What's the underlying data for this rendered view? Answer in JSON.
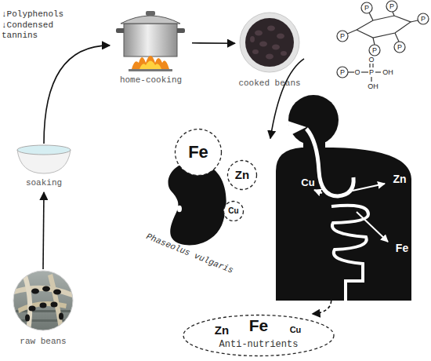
{
  "diagram": {
    "nodes": [
      {
        "text": [
          "raw beans"
        ]
      },
      {
        "text": [
          "soaking"
        ]
      },
      {
        "text": [
          "home-cooking"
        ]
      },
      {
        "text": [
          "cooked beans"
        ]
      },
      {
        "text": [
          "Phaseolus vulgaris"
        ]
      },
      {
        "text": [
          "Fe"
        ]
      },
      {
        "text": [
          "Zn"
        ]
      },
      {
        "text": [
          "Cu"
        ]
      },
      {
        "text": [
          "Cu",
          "Zn",
          "Fe"
        ]
      },
      {
        "text": [
          "Zn",
          "Fe",
          "Cu",
          "Anti-nutrients"
        ]
      }
    ],
    "edges": [
      {
        "from": 0,
        "to": 1,
        "arrow": "to"
      },
      {
        "from": 1,
        "to": 2,
        "arrow": "to"
      },
      {
        "from": 2,
        "to": 3,
        "arrow": "to"
      },
      {
        "from": 3,
        "to": 8,
        "arrow": "to"
      },
      {
        "from": 8,
        "to": 9,
        "arrow": "to"
      }
    ],
    "labels": [
      "↓Polyphenols",
      "↓Condensed tannins",
      "P",
      "P",
      "P",
      "P",
      "P",
      "P",
      "P",
      "O",
      "P",
      "O",
      "OH",
      "OH"
    ]
  }
}
